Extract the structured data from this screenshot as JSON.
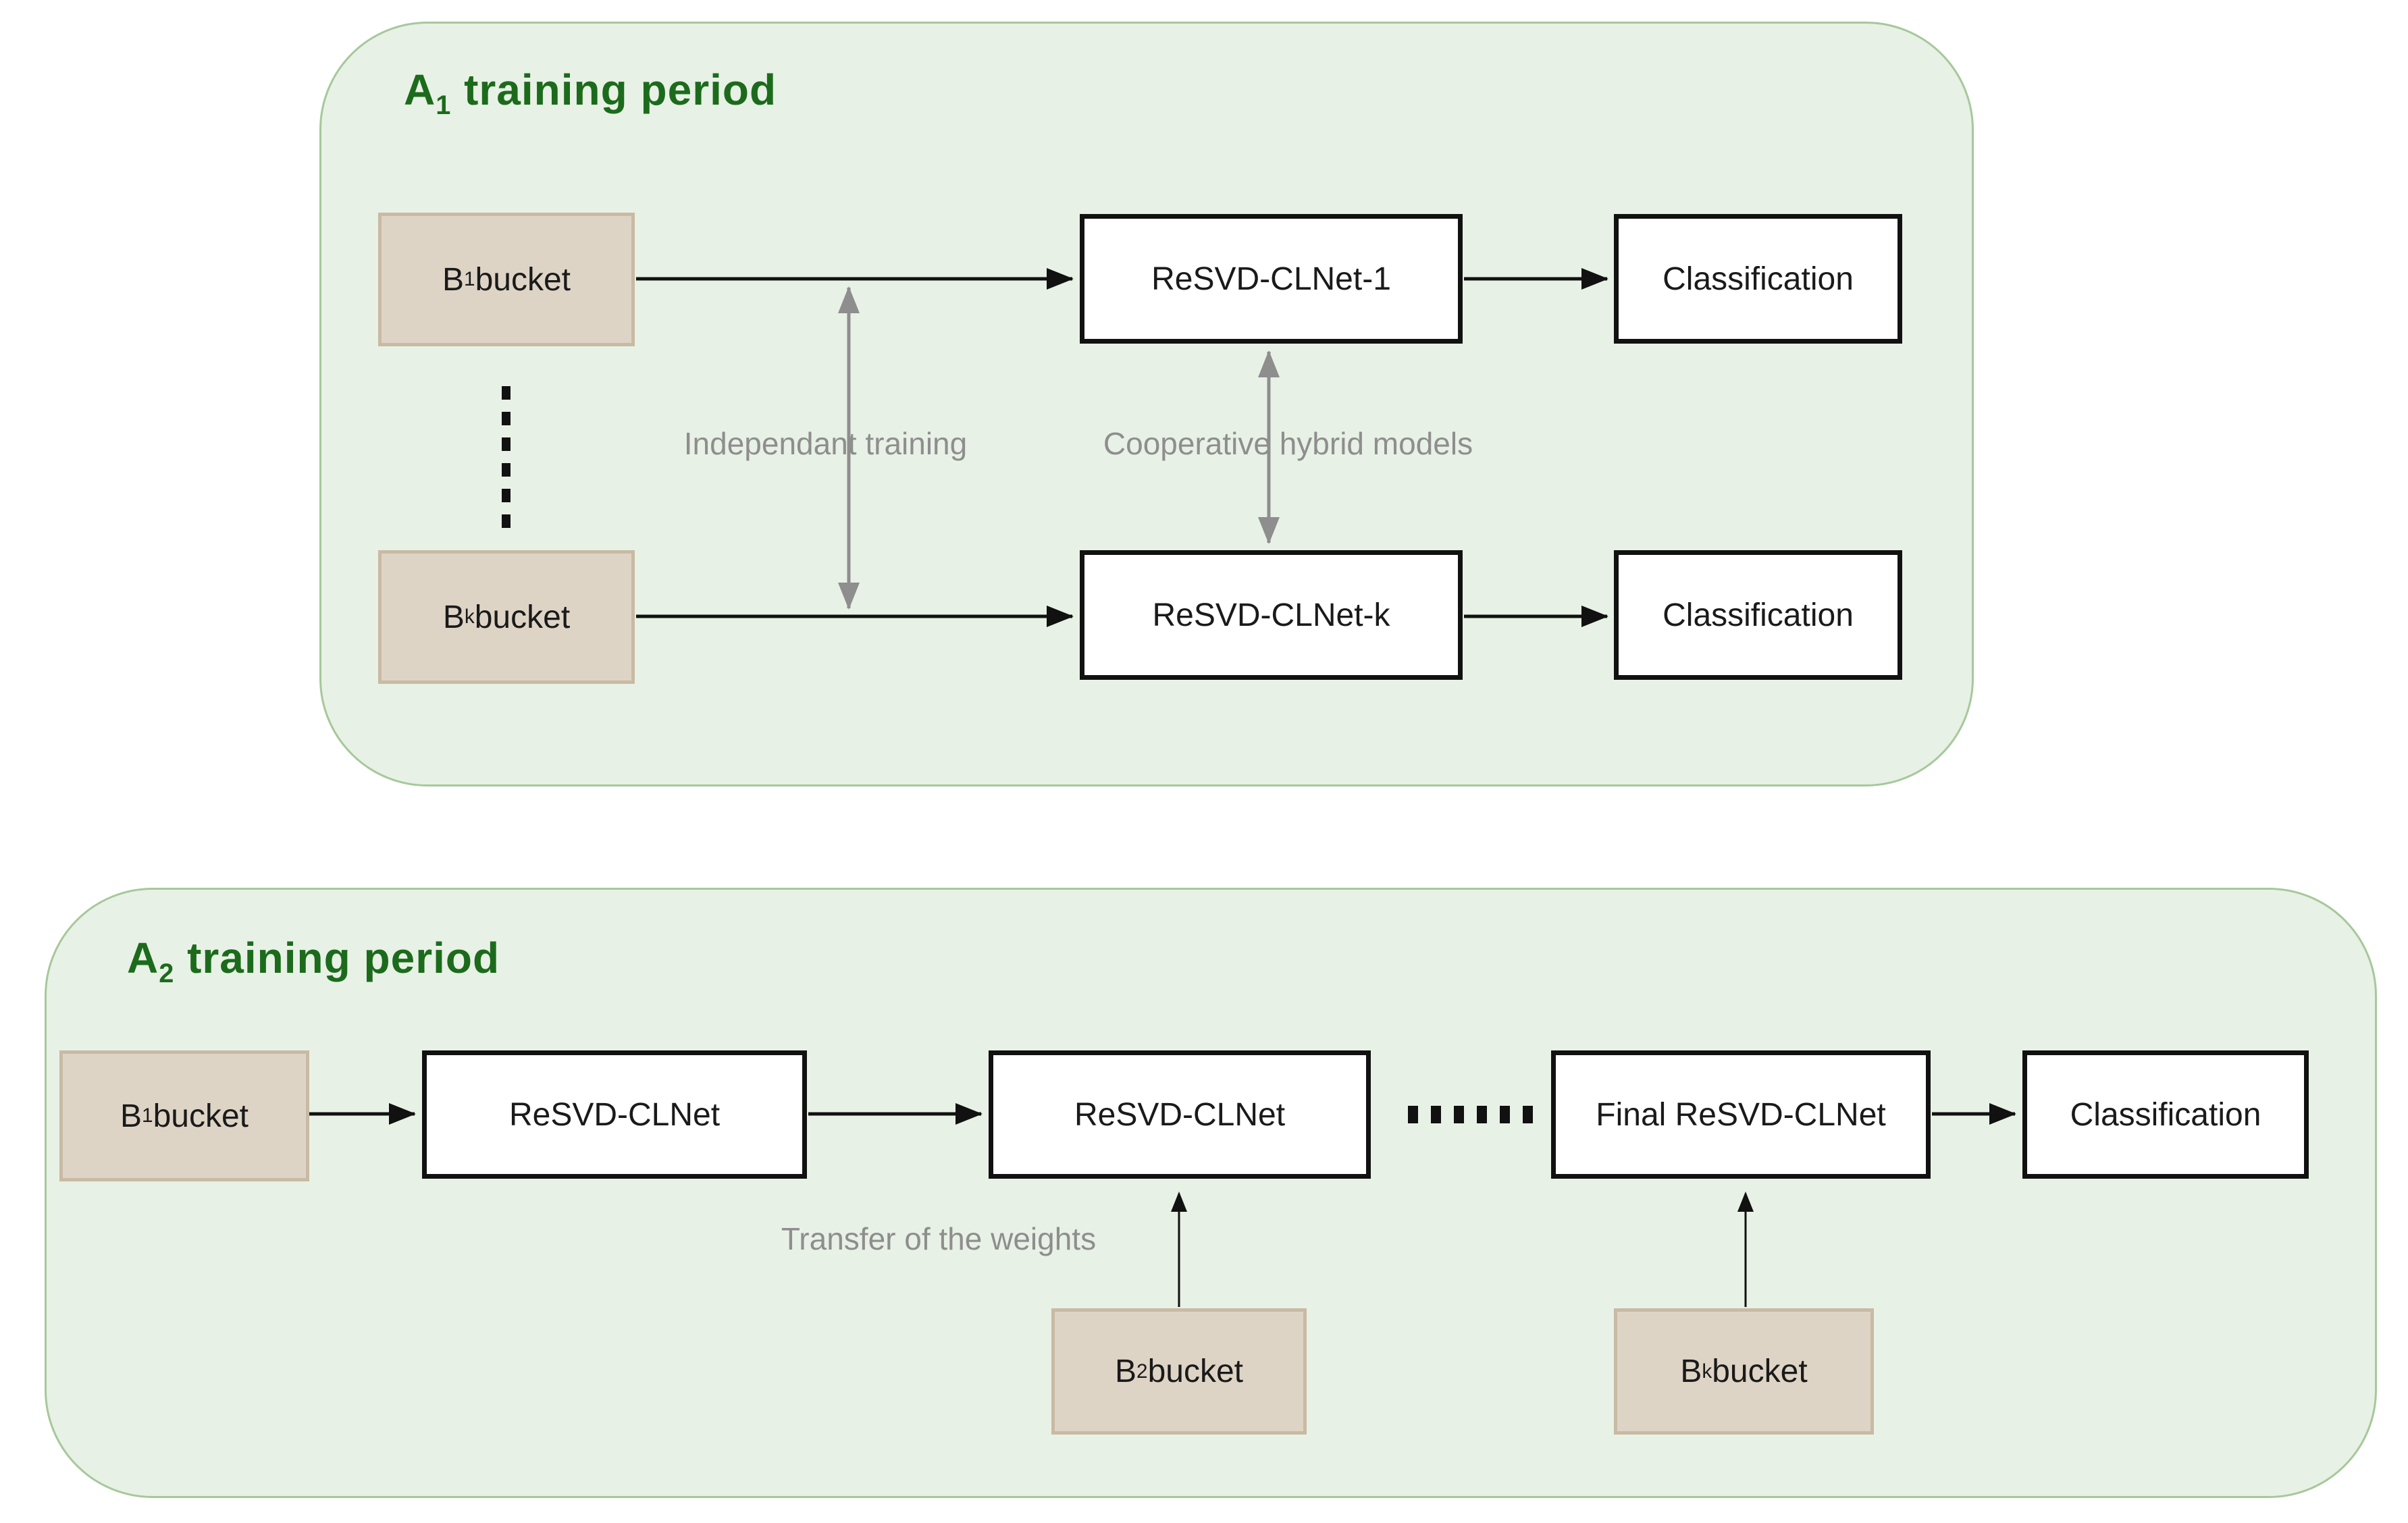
{
  "colors": {
    "panel_fill": "#e8f1e5",
    "panel_border": "#a6c89b",
    "bucket_fill": "#ded4c6",
    "bucket_border": "#c9baa3",
    "box_fill": "#ffffff",
    "ink": "#111111",
    "title_green": "#1c6b1c",
    "gray": "#8e8e8e",
    "page_bg": "#ffffff"
  },
  "top": {
    "title_base": "A",
    "title_sub": "1",
    "title_rest": " training period",
    "bucket1_base": "B",
    "bucket1_sub": "1",
    "bucket1_rest": " bucket",
    "bucketk_base": "B",
    "bucketk_sub": "k",
    "bucketk_rest": " bucket",
    "model1": "ReSVD-CLNet-1",
    "modelk": "ReSVD-CLNet-k",
    "class1": "Classification",
    "class2": "Classification",
    "label_independent": "Independant training",
    "label_cooperative": "Cooperative hybrid models"
  },
  "bottom": {
    "title_base": "A",
    "title_sub": "2",
    "title_rest": " training period",
    "bucket1_base": "B",
    "bucket1_sub": "1",
    "bucket1_rest": " bucket",
    "bucket2_base": "B",
    "bucket2_sub": "2",
    "bucket2_rest": " bucket",
    "bucketk_base": "B",
    "bucketk_sub": "k",
    "bucketk_rest": " bucket",
    "model1": "ReSVD-CLNet",
    "model2": "ReSVD-CLNet",
    "model_final": "Final ReSVD-CLNet",
    "class": "Classification",
    "label_transfer": "Transfer of the weights"
  }
}
